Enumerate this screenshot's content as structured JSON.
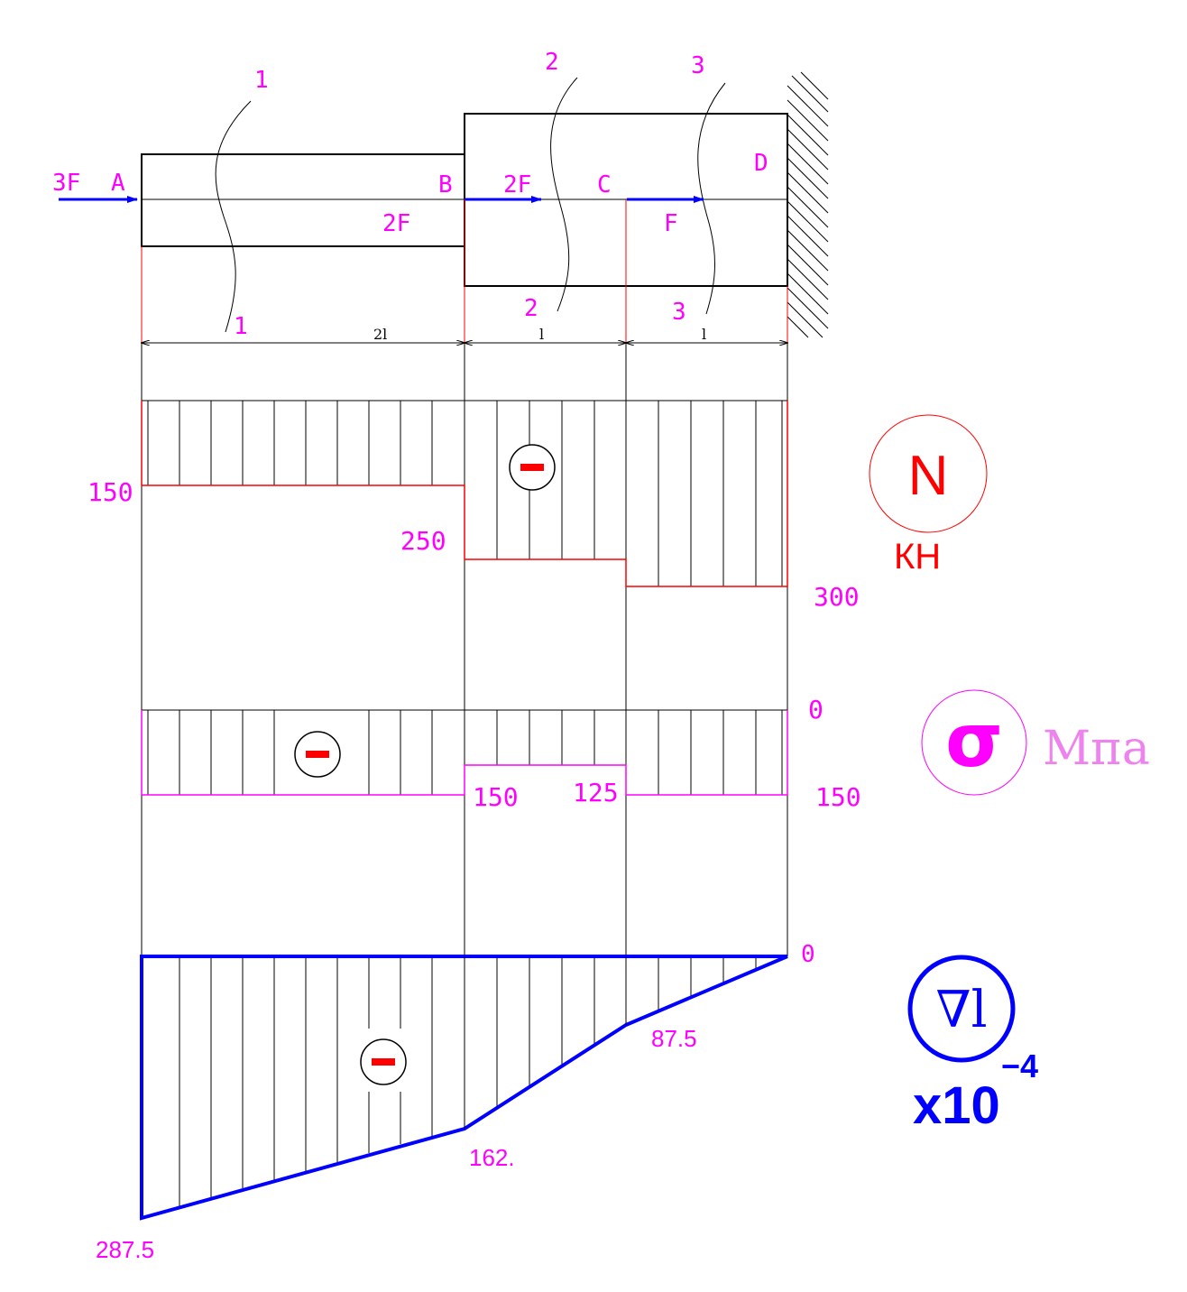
{
  "beam": {
    "loads": {
      "A": "3F",
      "B": "2F",
      "B_reaction": "2F",
      "C": "F"
    },
    "points": {
      "A": "A",
      "B": "B",
      "C": "C",
      "D": "D"
    },
    "sections": {
      "s1_top": "1",
      "s1_bottom": "1",
      "s2_top": "2",
      "s2_bottom": "2",
      "s3_top": "3",
      "s3_bottom": "3"
    },
    "lengths": {
      "ab": "2l",
      "bc": "l",
      "cd": "l"
    }
  },
  "n_diagram": {
    "symbol": "N",
    "unit": "КН",
    "values": {
      "ab": "150",
      "bc": "250",
      "cd": "300"
    },
    "sign": "−"
  },
  "sigma_diagram": {
    "symbol": "σ",
    "unit": "Мпа",
    "values": {
      "zero": "0",
      "ab": "150",
      "bc": "125",
      "cd": "150",
      "ab_end": "150"
    },
    "sign": "−"
  },
  "dl_diagram": {
    "symbol": "∇l",
    "multiplier": "x10",
    "exponent": "−4",
    "values": {
      "D": "0",
      "C": "87.5",
      "B": "162.",
      "A": "287.5"
    },
    "sign": "−"
  },
  "colors": {
    "outline": "#000000",
    "label": "#ff00ff",
    "force_diagram": "#ff0000",
    "sigma_outline": "#ff00ff",
    "deformation": "#0000ff"
  }
}
